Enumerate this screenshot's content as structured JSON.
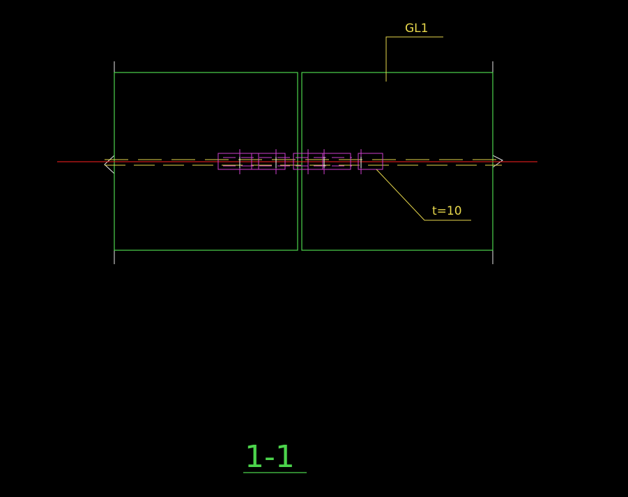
{
  "labels": {
    "member_tag": "GL1",
    "plate_thickness": "t=10",
    "section_title": "1-1"
  },
  "colors": {
    "background": "#000000",
    "outline": "#4cd44c",
    "boundary": "#e8e8e8",
    "axis": "#ff2020",
    "centerline": "#e8d84c",
    "plate": "#d040d0"
  }
}
